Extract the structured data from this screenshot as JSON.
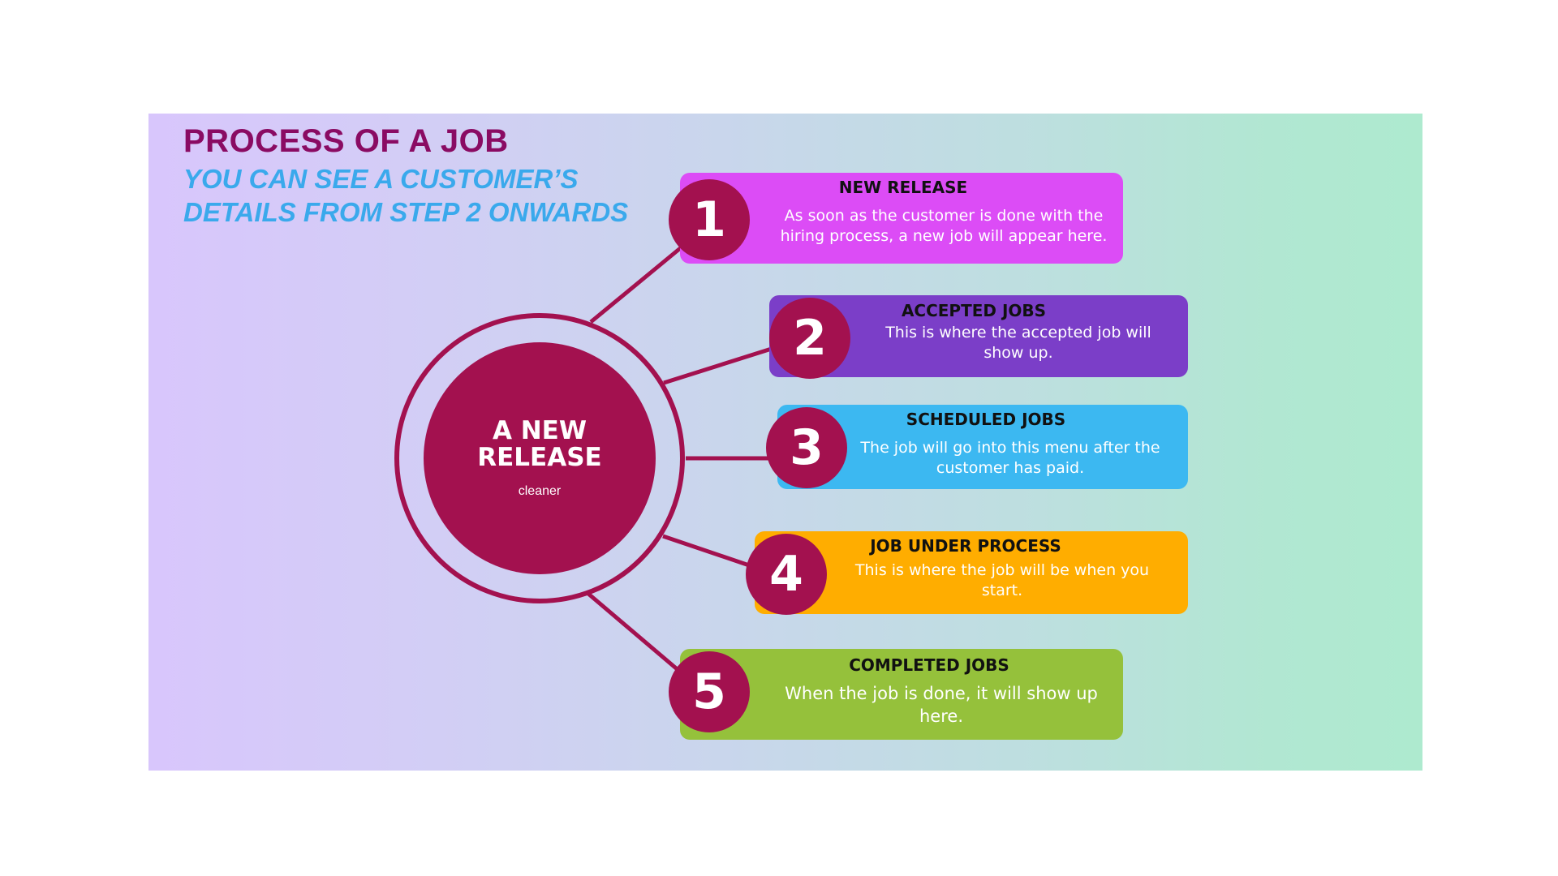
{
  "title": "PROCESS OF A JOB",
  "subtitle": {
    "line1": "YOU CAN SEE A CUSTOMER’S",
    "line2": "DETAILS FROM STEP 2 ONWARDS"
  },
  "hub": {
    "title": "A NEW RELEASE",
    "subtitle": "cleaner"
  },
  "colors": {
    "hub": "#a3114f",
    "title": "#8a0b63",
    "subtitle": "#3aa9ec",
    "step1": "#dc4cf6",
    "step2": "#7b3ec8",
    "step3": "#3cb8f1",
    "step4": "#ffad00",
    "step5": "#95c13b"
  },
  "steps": [
    {
      "number": "1",
      "title": "NEW RELEASE",
      "description": "As soon as the customer is done with the hiring process, a new job will appear here."
    },
    {
      "number": "2",
      "title": "ACCEPTED JOBS",
      "description": "This is where the accepted job will show up."
    },
    {
      "number": "3",
      "title": "SCHEDULED JOBS",
      "description": "The job will go into this menu after the customer has paid."
    },
    {
      "number": "4",
      "title": "JOB UNDER PROCESS",
      "description": "This is where the job will be when you start."
    },
    {
      "number": "5",
      "title": "COMPLETED JOBS",
      "description": "When the job is done, it will show up here."
    }
  ]
}
